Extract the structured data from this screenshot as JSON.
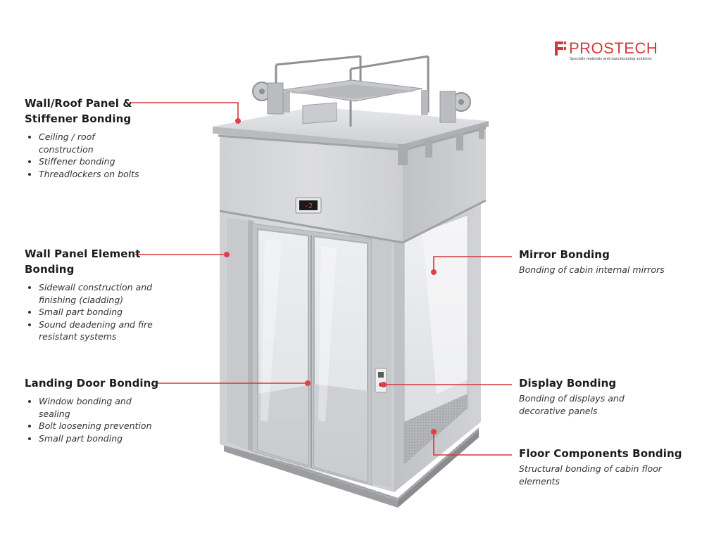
{
  "logo": {
    "name": "PROSTECH",
    "tagline": "Specialty materials and manufacturing solutions"
  },
  "cabin_display_text": "-2",
  "colors": {
    "accent": "#d6363a",
    "leader_dot": "#e04048",
    "steel_light": "#d9dadd",
    "steel_mid": "#c3c5c9",
    "steel_dark": "#a9abaf"
  },
  "callouts": {
    "wall_roof": {
      "title": "Wall/Roof Panel & Stiffener Bonding",
      "items": [
        "Ceiling / roof construction",
        "Stiffener bonding",
        "Threadlockers on bolts"
      ]
    },
    "wall_panel": {
      "title": "Wall Panel Element Bonding",
      "items": [
        "Sidewall construction and finishing (cladding)",
        "Small part bonding",
        "Sound deadening and fire resistant systems"
      ]
    },
    "landing_door": {
      "title": "Landing Door Bonding",
      "items": [
        "Window bonding and sealing",
        "Bolt loosening prevention",
        "Small part bonding"
      ]
    },
    "mirror": {
      "title": "Mirror Bonding",
      "desc": "Bonding of cabin internal mirrors"
    },
    "display": {
      "title": "Display Bonding",
      "desc": "Bonding of displays and decorative panels"
    },
    "floor": {
      "title": "Floor Components Bonding",
      "desc": "Structural bonding of cabin floor elements"
    }
  }
}
